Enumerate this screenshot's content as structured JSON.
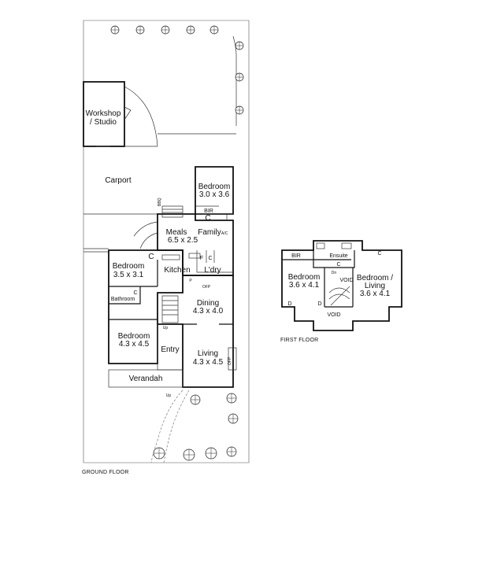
{
  "ground_floor": {
    "caption": "GROUND FLOOR",
    "rooms": {
      "workshop": [
        "Workshop",
        "/ Studio"
      ],
      "carport": "Carport",
      "bedroom_upper": [
        "Bedroom",
        "3.0 x 3.6"
      ],
      "bir": "BIR",
      "c_bed": "C",
      "bbq": "BBQ",
      "meals": [
        "Meals",
        "6.5 x 2.5"
      ],
      "family": "Family",
      "ac": "A/C",
      "bedroom_mid": [
        "Bedroom",
        "3.5 x 3.1"
      ],
      "c_bed2": "C",
      "kitchen": "Kitchen",
      "f": "F",
      "c_ldry": "C",
      "ldry": "L'dry",
      "p": "P",
      "ofp_top": "OFP",
      "c_bath": "C",
      "bathroom": "Bathroom",
      "dining": [
        "Dining",
        "4.3 x 4.0"
      ],
      "up": "Up",
      "bedroom_lower": [
        "Bedroom",
        "4.3 x 4.5"
      ],
      "entry": "Entry",
      "living": [
        "Living",
        "4.3 x 4.5"
      ],
      "ofp_side": "OFP",
      "verandah": "Verandah",
      "up_front": "Up"
    }
  },
  "first_floor": {
    "caption": "FIRST FLOOR",
    "rooms": {
      "bir": "BIR",
      "ensuite": "Ensuite",
      "c_top": "C",
      "c_mid": "C",
      "dn": "Dn",
      "void_small": "VOID",
      "bedroom": [
        "Bedroom",
        "3.6 x 4.1"
      ],
      "bedroom_living": [
        "Bedroom /",
        "Living",
        "3.6 x 4.1"
      ],
      "d_left": "D",
      "d_mid": "D",
      "void_big": "VOID"
    }
  }
}
